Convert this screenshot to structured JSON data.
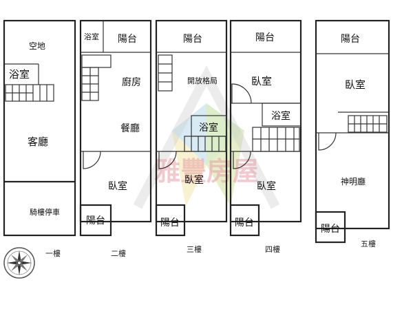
{
  "watermark": {
    "text": "雅豐房屋",
    "colors": {
      "text": "#e8a0a6",
      "green": "#b9dc93",
      "blue": "#a9d2e8",
      "yellow": "#f4eab0",
      "grey": "#c9c9c9"
    }
  },
  "floors": [
    {
      "caption": "一樓",
      "rooms": {
        "open_space": "空地",
        "bathroom": "浴室",
        "living_room": "客廳",
        "arcade_parking": "騎樓停車"
      }
    },
    {
      "caption": "二樓",
      "rooms": {
        "bathroom": "浴室",
        "balcony_top": "陽台",
        "kitchen": "廚房",
        "dining_room": "餐廳",
        "bedroom": "臥室",
        "balcony_bottom": "陽台"
      }
    },
    {
      "caption": "三樓",
      "rooms": {
        "balcony_top": "陽台",
        "open_layout": "開放格局",
        "bathroom": "浴室",
        "bedroom": "臥室",
        "balcony_bottom": "陽台"
      }
    },
    {
      "caption": "四樓",
      "rooms": {
        "balcony_top": "陽台",
        "bedroom_top": "臥室",
        "bathroom": "浴室",
        "bedroom_bottom": "臥室",
        "balcony_bottom": "陽台"
      }
    },
    {
      "caption": "五樓",
      "rooms": {
        "balcony_top": "陽台",
        "bedroom": "臥室",
        "shrine_hall": "神明廳",
        "balcony_bottom": "陽台"
      }
    }
  ],
  "compass": {
    "icon": "compass-rose-icon"
  }
}
